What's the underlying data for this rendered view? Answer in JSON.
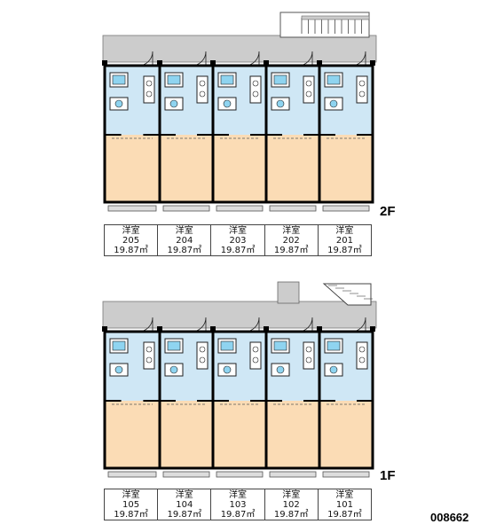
{
  "floors": [
    {
      "label": "2F",
      "rooms": [
        {
          "type": "洋室",
          "number": "205",
          "area": "19.87㎡"
        },
        {
          "type": "洋室",
          "number": "204",
          "area": "19.87㎡"
        },
        {
          "type": "洋室",
          "number": "203",
          "area": "19.87㎡"
        },
        {
          "type": "洋室",
          "number": "202",
          "area": "19.87㎡"
        },
        {
          "type": "洋室",
          "number": "201",
          "area": "19.87㎡"
        }
      ]
    },
    {
      "label": "1F",
      "rooms": [
        {
          "type": "洋室",
          "number": "105",
          "area": "19.87㎡"
        },
        {
          "type": "洋室",
          "number": "104",
          "area": "19.87㎡"
        },
        {
          "type": "洋室",
          "number": "103",
          "area": "19.87㎡"
        },
        {
          "type": "洋室",
          "number": "102",
          "area": "19.87㎡"
        },
        {
          "type": "洋室",
          "number": "101",
          "area": "19.87㎡"
        }
      ]
    }
  ],
  "reference_code": "008662",
  "colors": {
    "room_floor": "#fbdcb5",
    "wet_area": "#cfe7f5",
    "corridor": "#cccccc",
    "wall": "#000000",
    "fixture": "#8fd4f0"
  }
}
